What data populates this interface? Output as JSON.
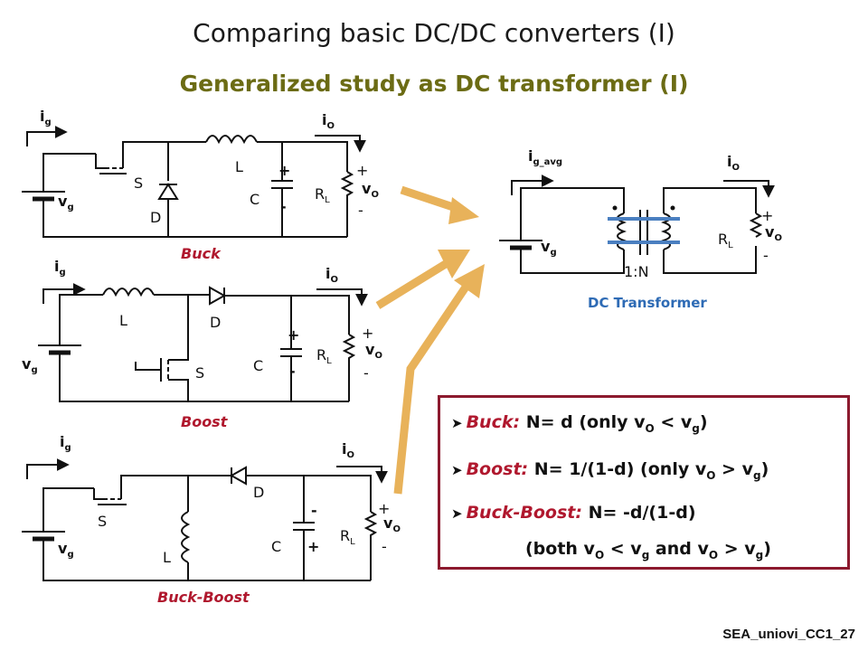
{
  "title": "Comparing basic DC/DC converters (I)",
  "subtitle": "Generalized study as DC transformer (I)",
  "circuits": {
    "buck": {
      "caption": "Buck",
      "ig": "i",
      "ig_sub": "g",
      "io": "i",
      "io_sub": "O",
      "vg": "v",
      "vg_sub": "g",
      "vo": "v",
      "vo_sub": "O",
      "rl": "R",
      "rl_sub": "L",
      "s": "S",
      "d": "D",
      "l": "L",
      "c": "C",
      "plus": "+",
      "minus": "-"
    },
    "boost": {
      "caption": "Boost",
      "ig": "i",
      "ig_sub": "g",
      "io": "i",
      "io_sub": "O",
      "vg": "v",
      "vg_sub": "g",
      "vo": "v",
      "vo_sub": "O",
      "rl": "R",
      "rl_sub": "L",
      "s": "S",
      "d": "D",
      "l": "L",
      "c": "C",
      "plus": "+",
      "minus": "-"
    },
    "buck_boost": {
      "caption": "Buck-Boost",
      "ig": "i",
      "ig_sub": "g",
      "io": "i",
      "io_sub": "O",
      "vg": "v",
      "vg_sub": "g",
      "vo": "v",
      "vo_sub": "O",
      "rl": "R",
      "rl_sub": "L",
      "s": "S",
      "d": "D",
      "l": "L",
      "c": "C",
      "plus": "+",
      "minus": "-"
    },
    "dc_transformer": {
      "caption": "DC Transformer",
      "ig": "i",
      "ig_sub": "g_avg",
      "io": "i",
      "io_sub": "O",
      "vg": "v",
      "vg_sub": "g",
      "vo": "v",
      "vo_sub": "O",
      "rl": "R",
      "rl_sub": "L",
      "ratio": "1:N",
      "plus": "+",
      "minus": "-"
    }
  },
  "summary": {
    "buck": {
      "name": "Buck:",
      "pre": " N= d  (only v",
      "s1": "O",
      "mid": " < v",
      "s2": "g",
      "post": ")"
    },
    "boost": {
      "name": "Boost:",
      "pre": " N= 1/(1-d)   (only v",
      "s1": "O",
      "mid": " > v",
      "s2": "g",
      "post": ")"
    },
    "buck_boost": {
      "name": "Buck-Boost:",
      "pre": " N= -d/(1-d)"
    },
    "both": {
      "pre": "(both v",
      "s1": "O",
      "mid1": " < v",
      "s2": "g",
      "mid2": " and v",
      "s3": "O",
      "mid3": " > v",
      "s4": "g",
      "post": ")"
    }
  },
  "footer": "SEA_uniovi_CC1_27",
  "colors": {
    "title": "#1a1a1a",
    "subtitle": "#6b6b14",
    "caption": "#b0182e",
    "transformer_caption": "#2e6bb5",
    "arrow": "#e8b25a",
    "box_border": "#8c1a2e",
    "core": "#4a7fc0"
  }
}
